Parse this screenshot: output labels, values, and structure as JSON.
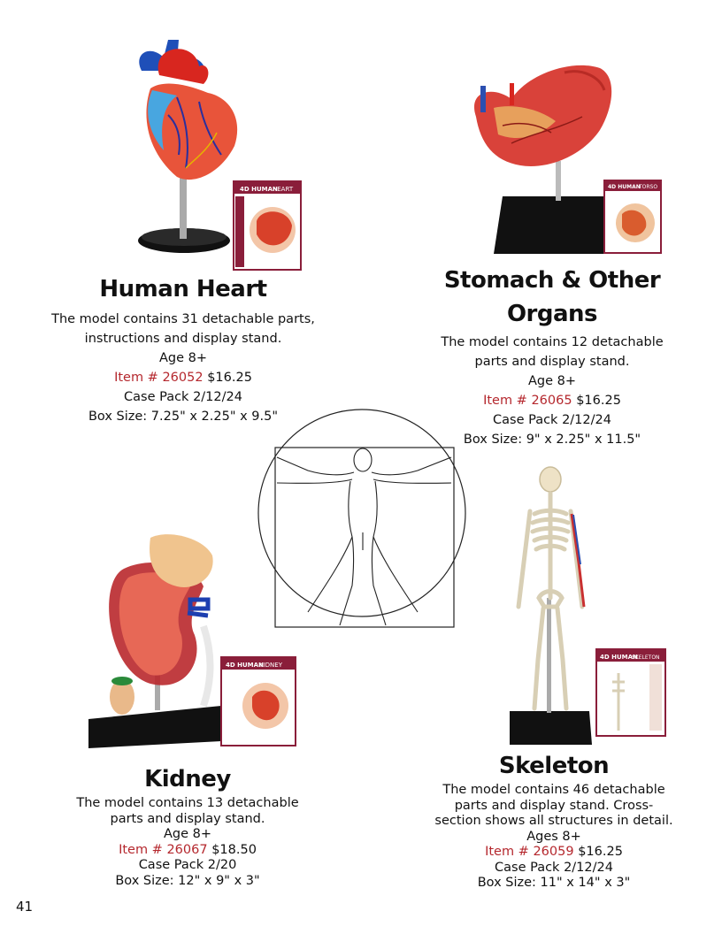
{
  "page_number": "41",
  "colors": {
    "item_accent": "#b5282e",
    "text": "#111111"
  },
  "products": [
    {
      "name": "Human Heart",
      "description_lines": [
        "The model contains 31 detachable parts,",
        "instructions and display stand."
      ],
      "age": "Age 8+",
      "item_label": "Item # 26052",
      "price": "$16.25",
      "case_pack": "Case Pack 2/12/24",
      "box_size": "Box Size: 7.25\" x 2.25\" x 9.5\"",
      "box_brand": "4D HUMAN",
      "box_title": "HEART"
    },
    {
      "name_lines": [
        "Stomach & Other",
        "Organs"
      ],
      "description_lines": [
        "The model contains 12 detachable",
        "parts and display stand."
      ],
      "age": "Age 8+",
      "item_label": "Item # 26065",
      "price": "$16.25",
      "case_pack": "Case Pack 2/12/24",
      "box_size": "Box Size: 9\" x 2.25\" x 11.5\"",
      "box_brand": "4D HUMAN",
      "box_title": "TORSO"
    },
    {
      "name": "Kidney",
      "description_lines": [
        "The model contains 13 detachable",
        "parts and display stand."
      ],
      "age": "Age 8+",
      "item_label": "Item # 26067",
      "price": "$18.50",
      "case_pack": "Case Pack 2/20",
      "box_size": "Box Size: 12\" x 9\" x 3\"",
      "box_brand": "4D HUMAN",
      "box_title": "KIDNEY"
    },
    {
      "name": "Skeleton",
      "description_lines": [
        "The model contains 46 detachable",
        "parts and display stand. Cross-",
        "section shows all structures in detail."
      ],
      "age": "Ages 8+",
      "item_label": "Item # 26059",
      "price": "$16.25",
      "case_pack": "Case Pack 2/12/24",
      "box_size": "Box Size: 11\" x 14\" x 3\"",
      "box_brand": "4D HUMAN",
      "box_title": "SKELETON"
    }
  ]
}
